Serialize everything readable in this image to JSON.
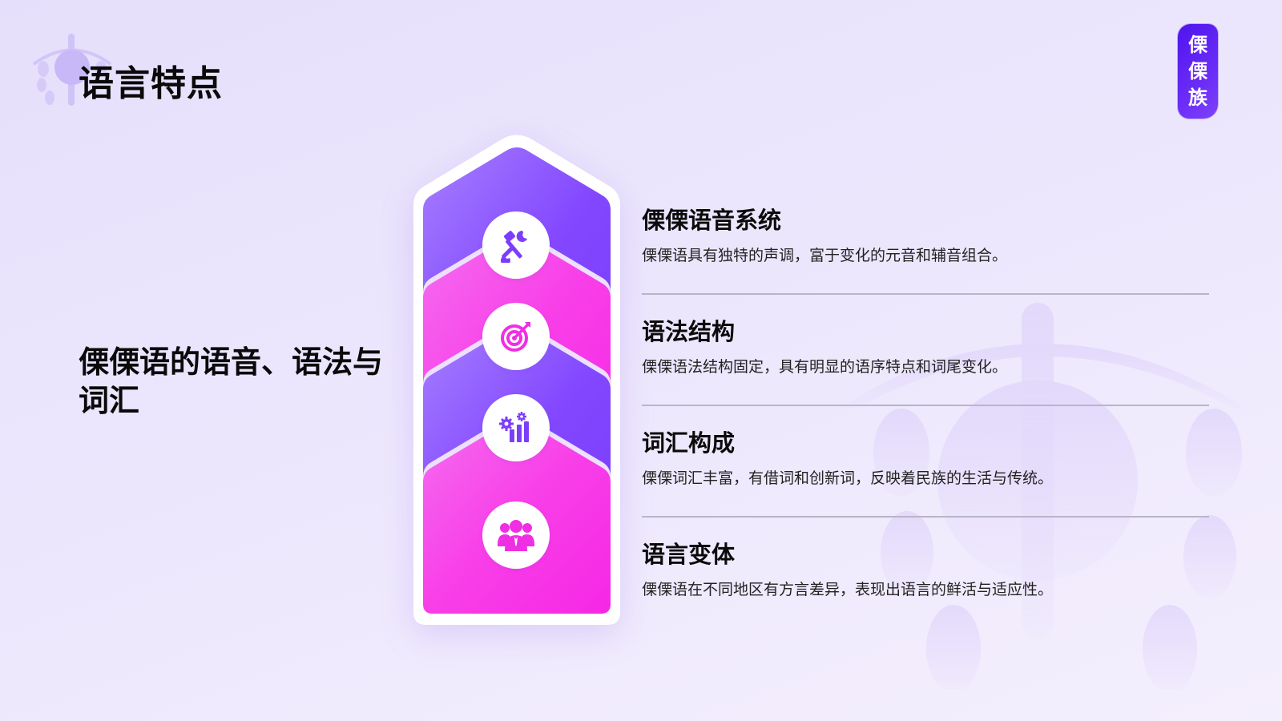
{
  "header": {
    "title": "语言特点",
    "seal_chars": [
      "傈",
      "傈",
      "族"
    ]
  },
  "subtitle": "傈傈语的语音、语法与词汇",
  "colors": {
    "purple": "#7c3dfb",
    "purple_light": "#a07bff",
    "magenta": "#f72ae6",
    "magenta_light": "#f569ee",
    "seal": "#5a1ff2",
    "separator": "#b8b5c8"
  },
  "stack": {
    "icons": [
      {
        "name": "tools-icon",
        "color": "#7c3dfb"
      },
      {
        "name": "target-icon",
        "color": "#f02ee3"
      },
      {
        "name": "gear-chart-icon",
        "color": "#7c3dfb"
      },
      {
        "name": "team-icon",
        "color": "#f02ee3"
      }
    ]
  },
  "items": [
    {
      "title": "傈傈语音系统",
      "desc": "傈傈语具有独特的声调，富于变化的元音和辅音组合。"
    },
    {
      "title": "语法结构",
      "desc": "傈傈语法结构固定，具有明显的语序特点和词尾变化。"
    },
    {
      "title": "词汇构成",
      "desc": "傈傈词汇丰富，有借词和创新词，反映着民族的生活与传统。"
    },
    {
      "title": "语言变体",
      "desc": "傈傈语在不同地区有方言差异，表现出语言的鲜活与适应性。"
    }
  ]
}
